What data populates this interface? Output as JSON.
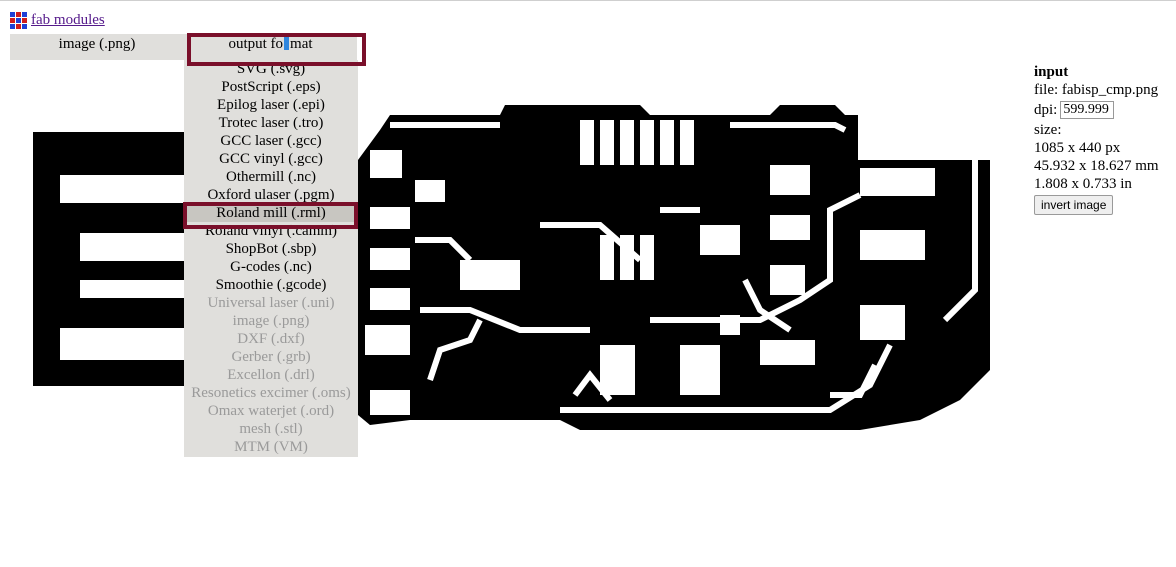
{
  "app": {
    "title": "fab modules",
    "logo_colors": [
      "#1f3fd6",
      "#d11b1b",
      "#1f3fd6",
      "#d11b1b",
      "#1f3fd6",
      "#d11b1b",
      "#1f3fd6",
      "#d11b1b",
      "#1f3fd6"
    ]
  },
  "menu": {
    "input_label": "image (.png)",
    "output_prefix": "output fo",
    "output_suffix": "mat"
  },
  "output_formats": [
    {
      "label": "SVG (.svg)",
      "enabled": true
    },
    {
      "label": "PostScript (.eps)",
      "enabled": true
    },
    {
      "label": "Epilog laser (.epi)",
      "enabled": true
    },
    {
      "label": "Trotec laser (.tro)",
      "enabled": true
    },
    {
      "label": "GCC laser (.gcc)",
      "enabled": true
    },
    {
      "label": "GCC vinyl (.gcc)",
      "enabled": true
    },
    {
      "label": "Othermill (.nc)",
      "enabled": true
    },
    {
      "label": "Oxford ulaser (.pgm)",
      "enabled": true
    },
    {
      "label": "Roland mill (.rml)",
      "enabled": true,
      "selected": true
    },
    {
      "label": "Roland vinyl (.camm)",
      "enabled": true
    },
    {
      "label": "ShopBot (.sbp)",
      "enabled": true
    },
    {
      "label": "G-codes (.nc)",
      "enabled": true
    },
    {
      "label": "Smoothie (.gcode)",
      "enabled": true
    },
    {
      "label": "Universal laser (.uni)",
      "enabled": false
    },
    {
      "label": "image (.png)",
      "enabled": false
    },
    {
      "label": "DXF (.dxf)",
      "enabled": false
    },
    {
      "label": "Gerber (.grb)",
      "enabled": false
    },
    {
      "label": "Excellon (.drl)",
      "enabled": false
    },
    {
      "label": "Resonetics excimer (.oms)",
      "enabled": false
    },
    {
      "label": "Omax waterjet (.ord)",
      "enabled": false
    },
    {
      "label": "mesh (.stl)",
      "enabled": false
    },
    {
      "label": "MTM (VM)",
      "enabled": false
    }
  ],
  "input_panel": {
    "heading": "input",
    "file_line": "file: fabisp_cmp.png",
    "dpi_label": "dpi:",
    "dpi_value": "599.999",
    "size_label": "size:",
    "size_px": "1085 x 440 px",
    "size_mm": "45.932 x 18.627 mm",
    "size_in": "1.808 x 0.733 in",
    "invert_button": "invert image"
  },
  "colors": {
    "highlight": "#7a0f2a",
    "menu_bg": "#e0dfdc",
    "disabled_text": "#9a9a9a",
    "link": "#551a8b"
  }
}
